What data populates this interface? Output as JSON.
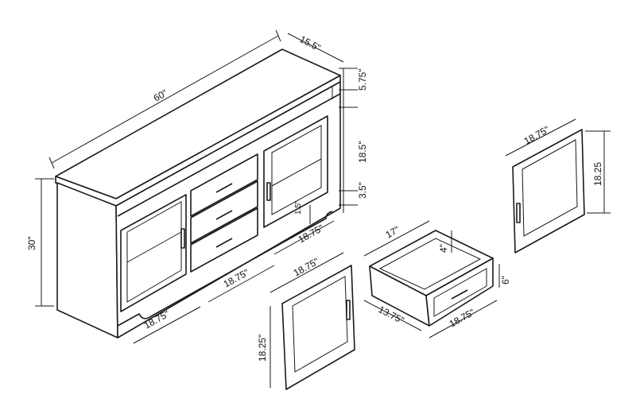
{
  "labels": {
    "overall_width": "60\"",
    "overall_depth": "15.5\"",
    "top_shelf_height": "5.75\"",
    "door_height": "18.5\"",
    "base_height": "3.5\"",
    "overall_height": "30\"",
    "kick_height": "1.5\"",
    "right_door_width": "18.75\"",
    "drawer_section_width": "18.75\"",
    "left_door_width": "18.75\"",
    "loose_left_door_width": "18.75\"",
    "loose_left_door_height": "18.25\"",
    "drawer_depth": "17\"",
    "drawer_inner_height": "4\"",
    "drawer_height": "6\"",
    "drawer_inner_width": "13.75\"",
    "drawer_width": "18.75\"",
    "loose_right_door_width": "18.75\"",
    "loose_right_door_height": "18.25"
  }
}
